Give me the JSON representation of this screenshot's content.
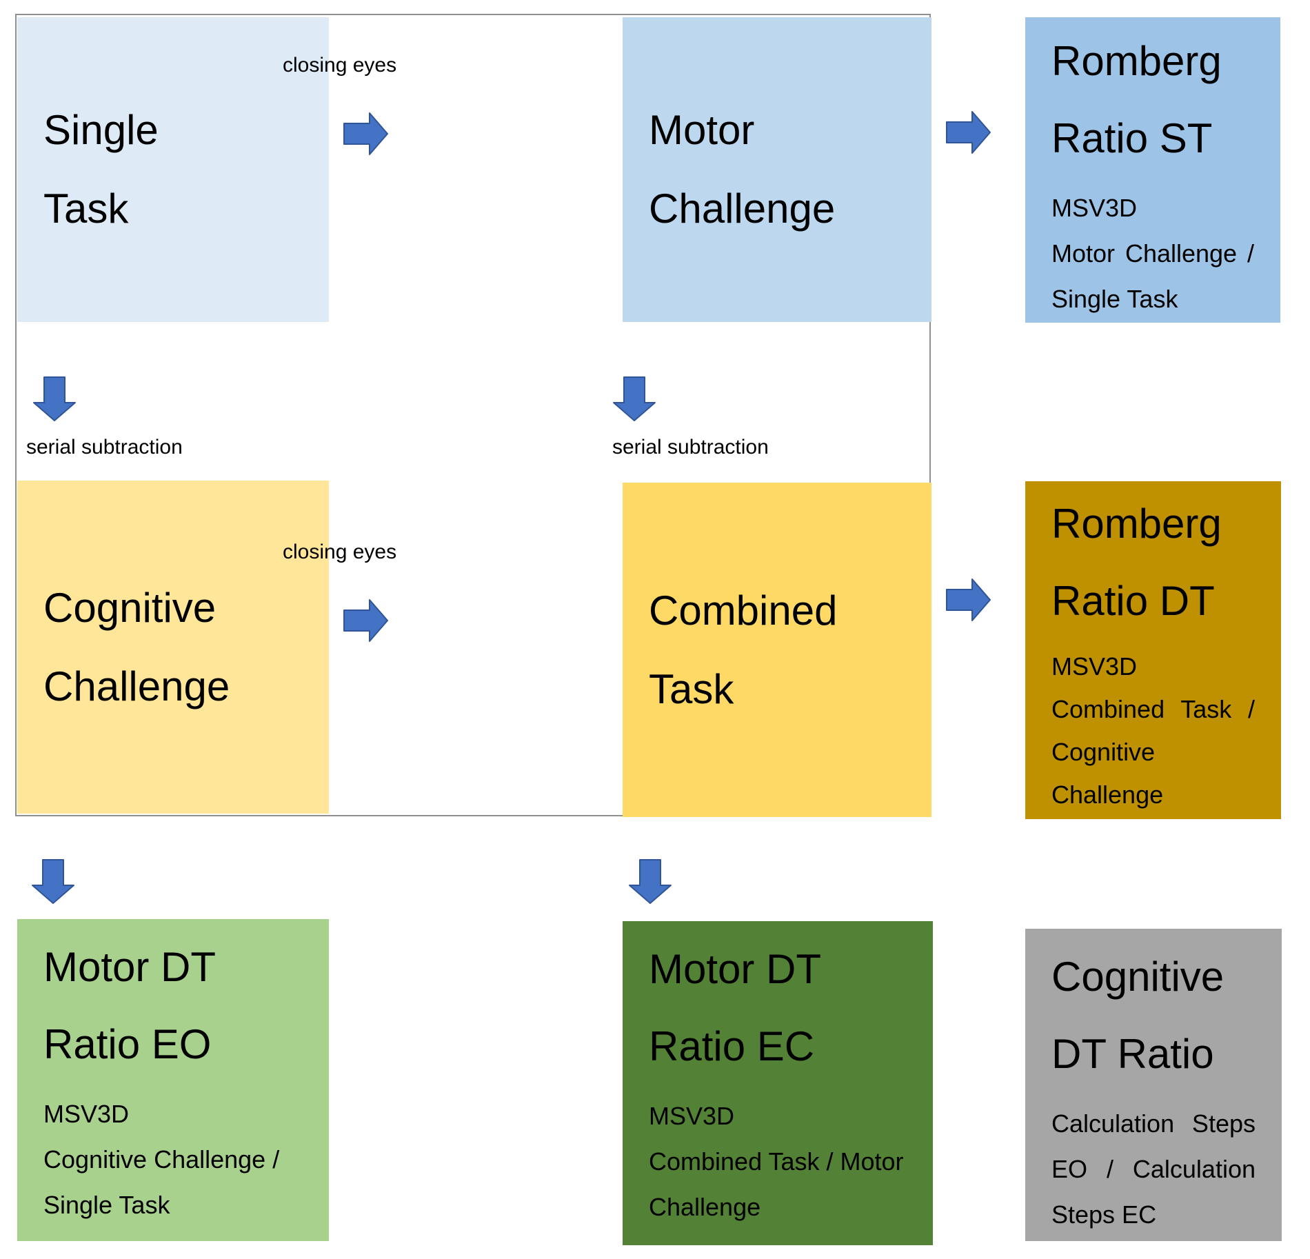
{
  "labels": {
    "closing_eyes": "closing eyes",
    "serial_subtraction": "serial subtraction"
  },
  "boxes": {
    "single_task": {
      "title_lines": [
        "Single",
        "Task"
      ],
      "color": "#DEEAF6"
    },
    "motor_challenge": {
      "title_lines": [
        "Motor",
        "Challenge"
      ],
      "color": "#BDD7EE"
    },
    "romberg_ratio_st": {
      "title_lines": [
        "Romberg",
        "Ratio ST"
      ],
      "sub_lines": [
        "MSV3D",
        "Motor Challenge /",
        "Single Task"
      ],
      "color": "#9DC3E6"
    },
    "cognitive_challenge": {
      "title_lines": [
        "Cognitive",
        "Challenge"
      ],
      "color": "#FFE699"
    },
    "combined_task": {
      "title_lines": [
        "Combined",
        "Task"
      ],
      "color": "#FFD966"
    },
    "romberg_ratio_dt": {
      "title_lines": [
        "Romberg",
        "Ratio DT"
      ],
      "sub_lines": [
        "MSV3D",
        "Combined Task /",
        "Cognitive",
        "Challenge"
      ],
      "color": "#BF9000"
    },
    "motor_dt_ratio_eo": {
      "title_lines": [
        "Motor DT",
        "Ratio EO"
      ],
      "sub_lines": [
        "MSV3D",
        "Cognitive Challenge /",
        "Single Task"
      ],
      "color": "#A9D18E"
    },
    "motor_dt_ratio_ec": {
      "title_lines": [
        "Motor DT",
        "Ratio EC"
      ],
      "sub_lines": [
        "MSV3D",
        "Combined Task / Motor",
        "Challenge"
      ],
      "color": "#538135"
    },
    "cognitive_dt_ratio": {
      "title_lines": [
        "Cognitive",
        "DT Ratio"
      ],
      "sub_lines": [
        "Calculation Steps",
        "EO / Calculation",
        "Steps EC"
      ],
      "color": "#A6A6A6"
    }
  },
  "arrow": {
    "fill_color": "#4472C4",
    "outline_color": "#2F5597"
  },
  "frame_border_color": "#8F8F8F"
}
